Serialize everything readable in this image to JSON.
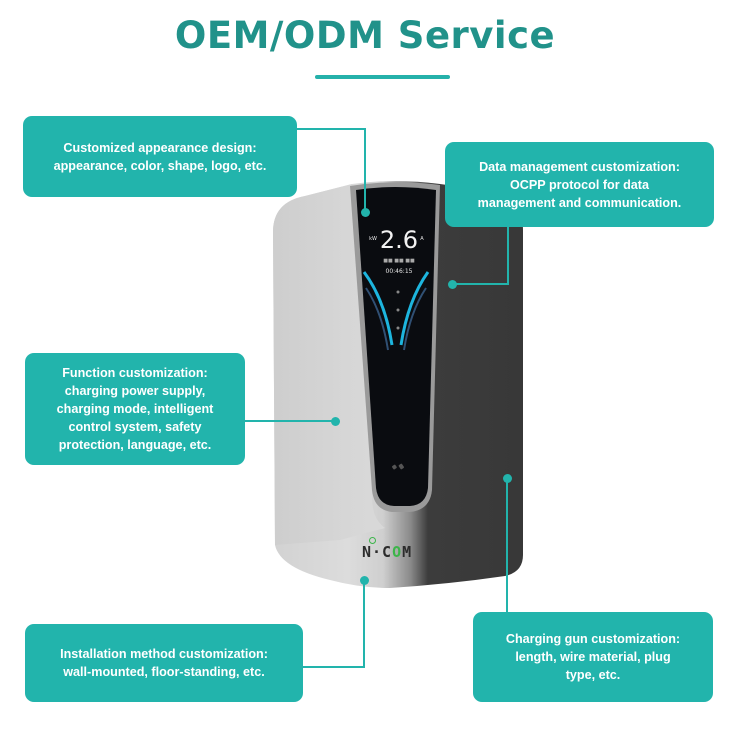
{
  "header": {
    "title": "OEM/ODM Service"
  },
  "callouts": [
    {
      "id": "appearance",
      "lines": [
        "Customized appearance design:",
        "appearance, color, shape, logo, etc."
      ]
    },
    {
      "id": "data-management",
      "lines": [
        "Data management customization:",
        "OCPP protocol for data",
        "management and communication."
      ]
    },
    {
      "id": "function",
      "lines": [
        "Function customization:",
        "charging power supply,",
        "charging mode, intelligent",
        "control system, safety",
        "protection, language, etc."
      ]
    },
    {
      "id": "installation",
      "lines": [
        "Installation method customization:",
        "wall-mounted, floor-standing, etc."
      ]
    },
    {
      "id": "charging-gun",
      "lines": [
        "Charging gun customization:",
        "length, wire material, plug",
        "type, etc."
      ]
    }
  ],
  "device": {
    "screen_value": "2.6",
    "screen_left_unit": "kW",
    "screen_right_unit": "A",
    "screen_stats": "■■ ■■ ■■",
    "screen_timer": "00:46:15",
    "brand_logo": {
      "prefix": "N·C",
      "accent": "O",
      "suffix": "M"
    }
  },
  "colors": {
    "accent": "#22b4ac",
    "title": "#21928a",
    "device_light": "#d6d6d6",
    "device_dark": "#3a3a3a",
    "logo_green": "#3cb54a"
  }
}
